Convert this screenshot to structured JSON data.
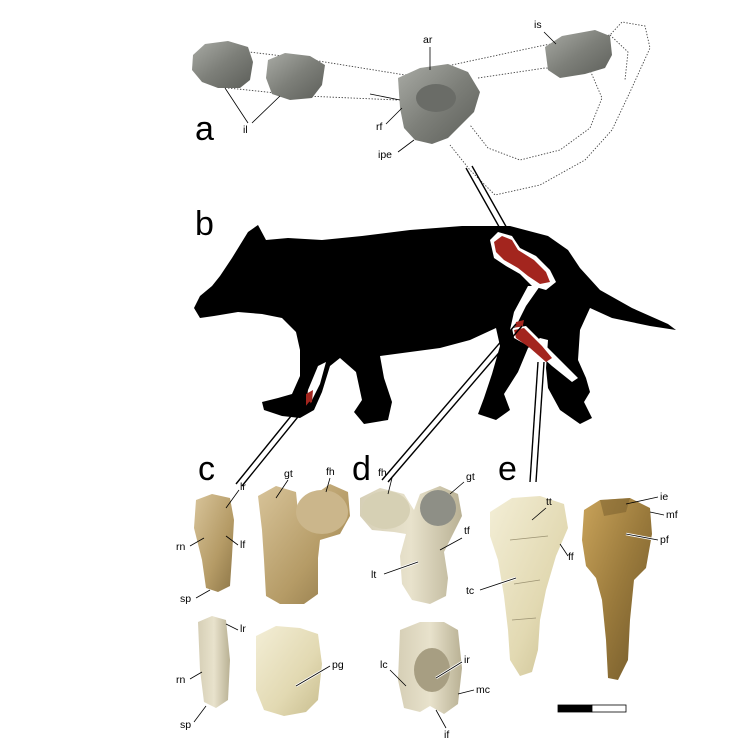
{
  "panels": {
    "a": "a",
    "b": "b",
    "c": "c",
    "d": "d",
    "e": "e"
  },
  "labels": {
    "a_il": "il",
    "a_ar": "ar",
    "a_is": "is",
    "a_rf": "rf",
    "a_ipe": "ipe",
    "c_lr_top": "lr",
    "c_rn_top": "rn",
    "c_lf": "lf",
    "c_sp_top": "sp",
    "c_lr_bottom": "lr",
    "c_rn_bottom": "rn",
    "c_sp_bottom": "sp",
    "c_gt": "gt",
    "c_fh": "fh",
    "c_pg": "pg",
    "d_fh": "fh",
    "d_gt": "gt",
    "d_tf": "tf",
    "d_lt": "lt",
    "d_lc": "lc",
    "d_ir": "ir",
    "d_mc": "mc",
    "d_if": "if",
    "e_tt": "tt",
    "e_ff": "ff",
    "e_tc": "tc",
    "e_ie": "ie",
    "e_mf": "mf",
    "e_pf": "pf"
  },
  "colors": {
    "silhouette": "#000000",
    "highlight_bone": "#a3251e",
    "bone_white": "#ffffff",
    "fossil_grey": "#8a8c86",
    "fossil_tan": "#c9b07a",
    "fossil_cream": "#e9e3c4",
    "fossil_brown": "#9a7a3c"
  },
  "scale_bar": {
    "segments": 2
  }
}
